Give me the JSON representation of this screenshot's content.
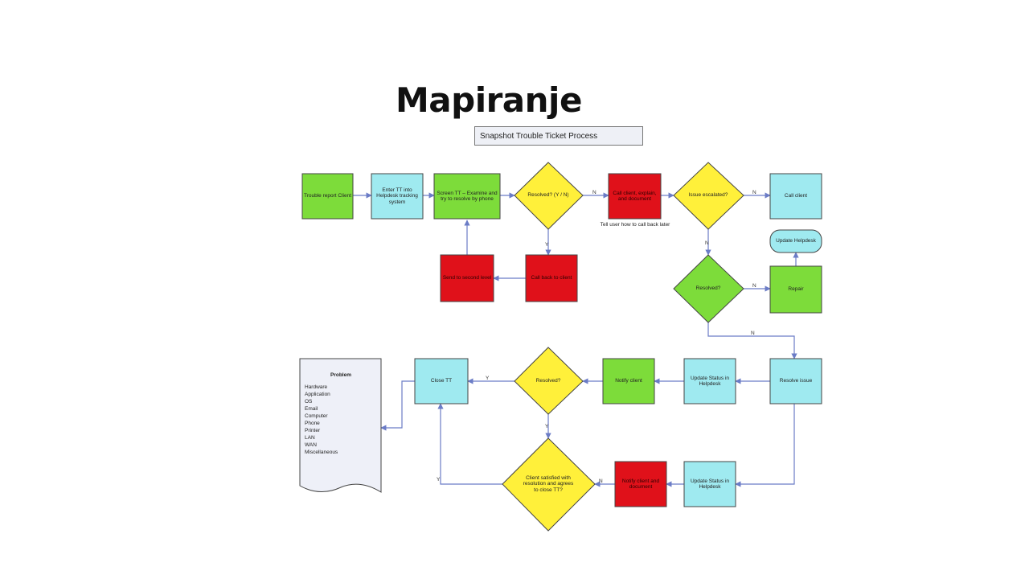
{
  "title": "Mapiranje",
  "subtitle": "Snapshot Trouble Ticket Process",
  "colors": {
    "green": "#7ddc3a",
    "cyan": "#9feaf0",
    "red": "#e0111a",
    "yellow": "#fff03a",
    "document": "#eef0f8",
    "line": "#6b7cc6",
    "border": "#444444"
  },
  "nodes": {
    "n1": {
      "text": "Trouble report Client"
    },
    "n2": {
      "text": "Enter TT into Helpdesk tracking system"
    },
    "n3": {
      "text": "Screen TT – Examine and try to resolve by phone"
    },
    "d1": {
      "text": "Resolved? (Y / N)"
    },
    "n4": {
      "text": "Call client, explain, and document"
    },
    "d2": {
      "text": "Issue escalated?"
    },
    "n5": {
      "text": "Send to second level"
    },
    "n6": {
      "text": "Call back to client"
    },
    "n7": {
      "text": "Call client"
    },
    "d3": {
      "text": "Resolved?"
    },
    "n8": {
      "text": "Update Helpdesk"
    },
    "n9": {
      "text": "Repair"
    },
    "n10": {
      "text": "Resolve issue"
    },
    "n11": {
      "text": "Update Status in Helpdesk"
    },
    "n12": {
      "text": "Notify client"
    },
    "d4": {
      "text": "Resolved?"
    },
    "n13": {
      "text": "Close TT"
    },
    "n14": {
      "text": "Update Status in Helpdesk"
    },
    "n15": {
      "text": "Notify client and document"
    },
    "d5": {
      "text": "Client satisfied with resolution and agrees to close TT?"
    }
  },
  "note": "Tell user how to call back later",
  "edge_labels": {
    "e1": "N",
    "e2": "N",
    "e3": "Y",
    "e4": "N",
    "e5": "N",
    "e6": "N",
    "e7": "Y",
    "e8": "Y",
    "e9": "N",
    "e10": "Y"
  },
  "document": {
    "title": "Problem",
    "items": [
      "Hardware",
      "Application",
      "OS",
      "Email",
      "Computer",
      "Phone",
      "Printer",
      "LAN",
      "WAN",
      "Miscellaneous"
    ]
  }
}
